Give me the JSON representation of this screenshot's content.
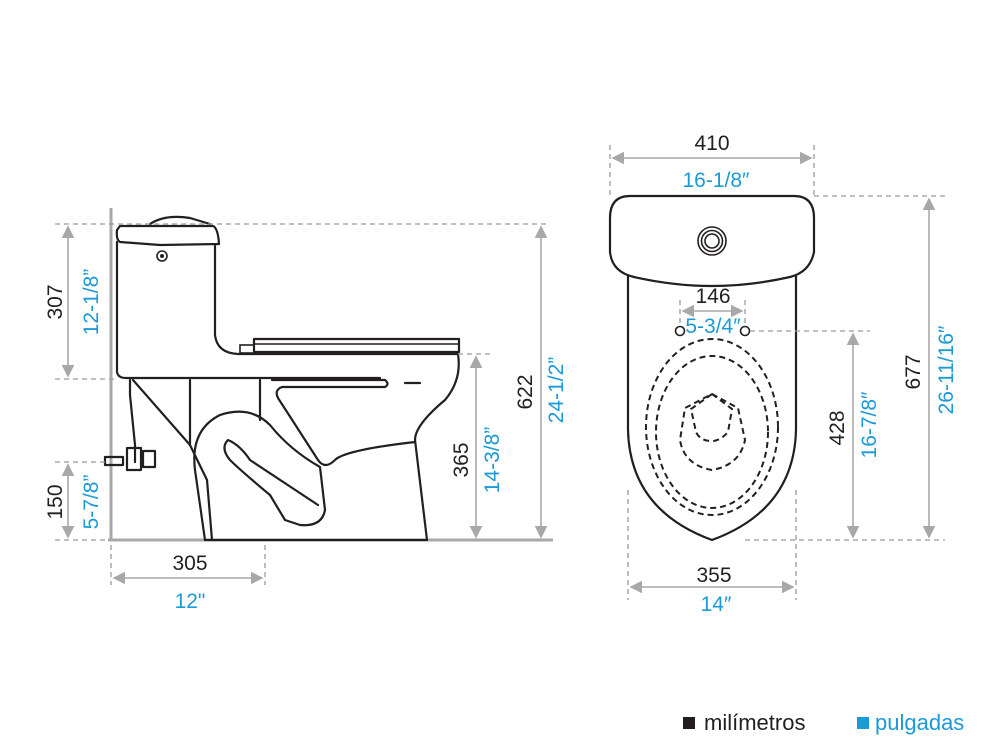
{
  "side_view": {
    "tank_height": {
      "mm": "307",
      "in": "12-1/8”"
    },
    "supply_height": {
      "mm": "150",
      "in": "5-7/8”"
    },
    "rough_in": {
      "mm": "305",
      "in": "12\""
    },
    "seat_height": {
      "mm": "365",
      "in": "14-3/8”"
    },
    "total_height": {
      "mm": "622",
      "in": "24-1/2”"
    }
  },
  "top_view": {
    "tank_width": {
      "mm": "410",
      "in": "16-1/8″"
    },
    "bolt_spacing": {
      "mm": "146",
      "in": "5-3/4″"
    },
    "bolt_to_front": {
      "mm": "428",
      "in": "16-7/8″"
    },
    "total_depth": {
      "mm": "677",
      "in": "26-11/16″"
    },
    "bowl_width": {
      "mm": "355",
      "in": "14″"
    }
  },
  "legend": {
    "mm_label": "milímetros",
    "in_label": "pulgadas",
    "mm_color": "#231f20",
    "in_color": "#1a9ad9"
  }
}
